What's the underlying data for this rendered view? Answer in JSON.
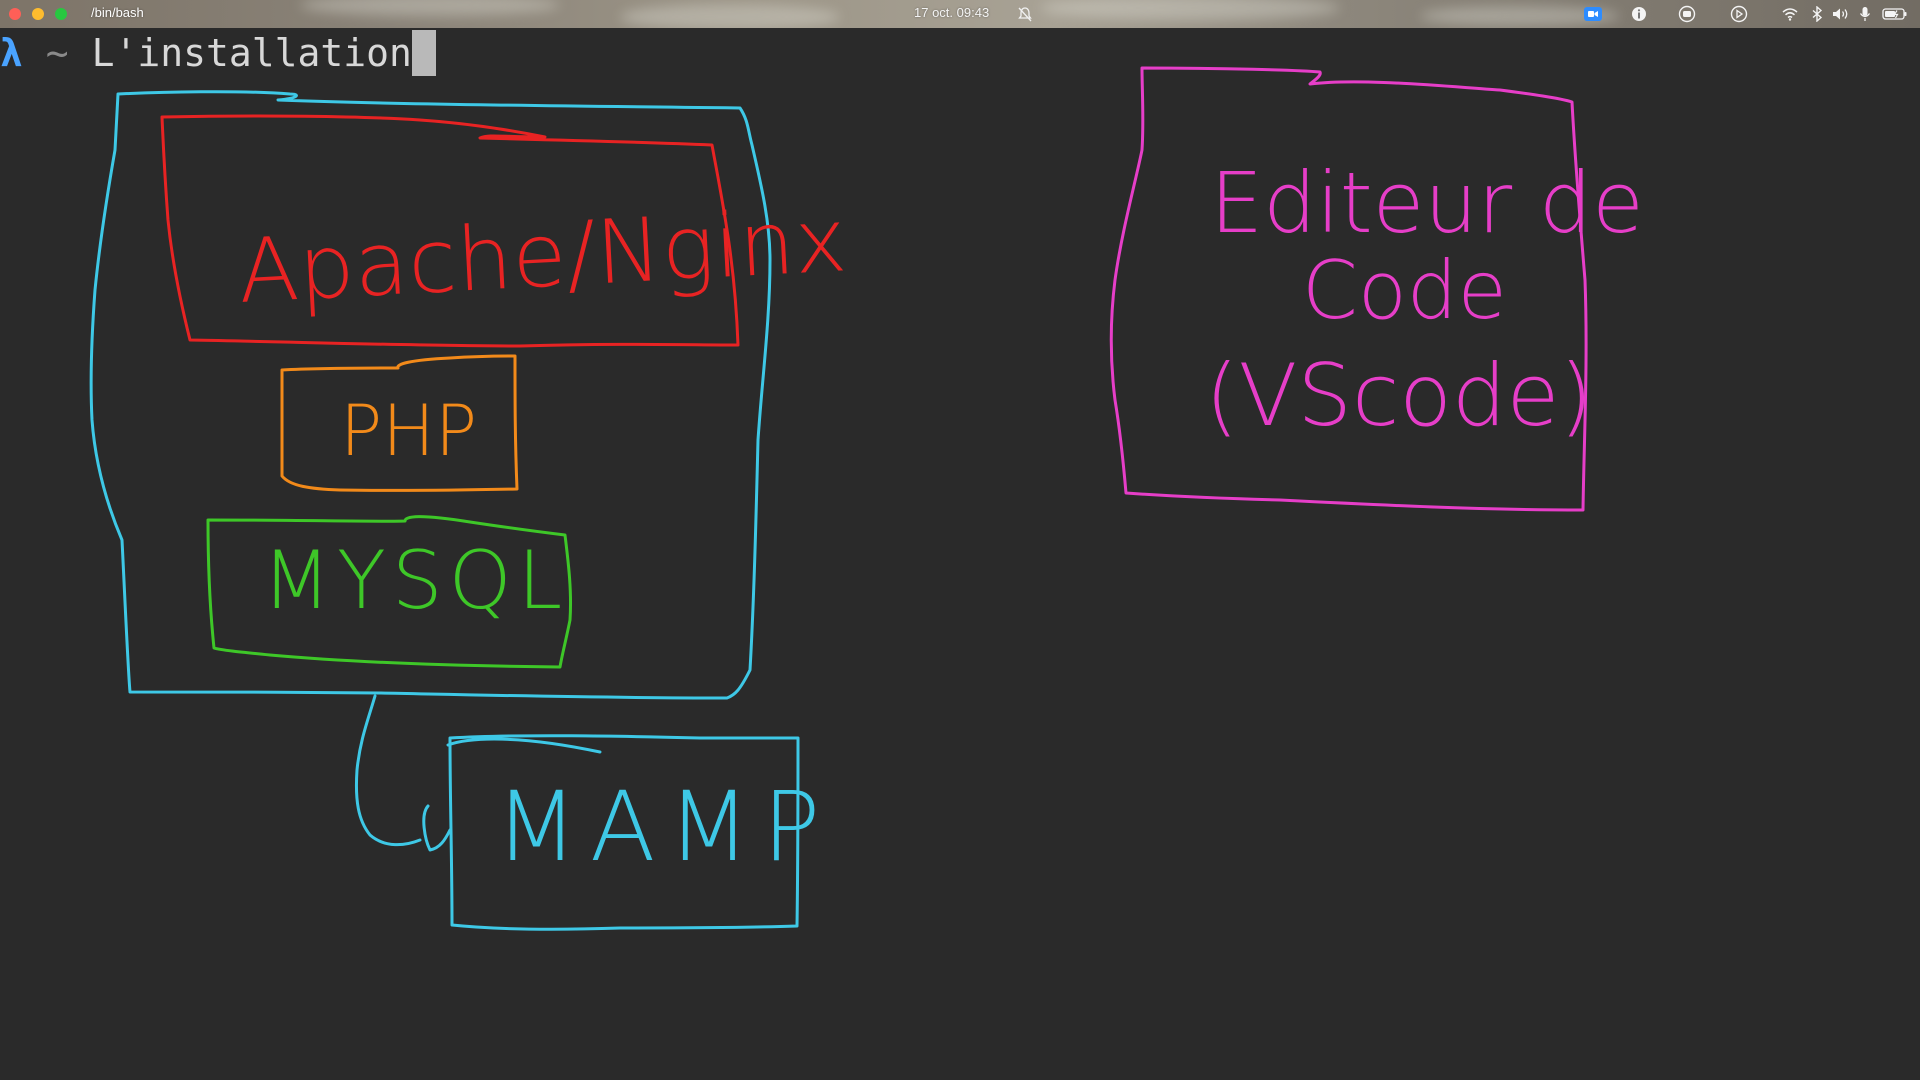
{
  "window": {
    "title": "/bin/bash",
    "clock": "17 oct.  09:43"
  },
  "tray_icons": [
    "zoom-icon",
    "info-icon",
    "chat-icon",
    "activity-icon",
    "wifi-icon",
    "bluetooth-icon",
    "volume-icon",
    "microphone-icon",
    "battery-icon"
  ],
  "terminal": {
    "prompt_symbol": "λ",
    "cwd": "~",
    "command": "L'installation"
  },
  "drawing": {
    "labels": {
      "apache": "Apache/Nginx",
      "php": "PHP",
      "mysql": "MYSQL",
      "mamp": "MAMP",
      "editor_line1": "Editeur de",
      "editor_line2": "Code",
      "editor_line3": "(VScode)"
    },
    "colors": {
      "mamp_outline": "#3ec8e6",
      "apache": "#e82323",
      "php": "#f28a1a",
      "mysql": "#3ec728",
      "editor": "#e63ec8"
    }
  }
}
